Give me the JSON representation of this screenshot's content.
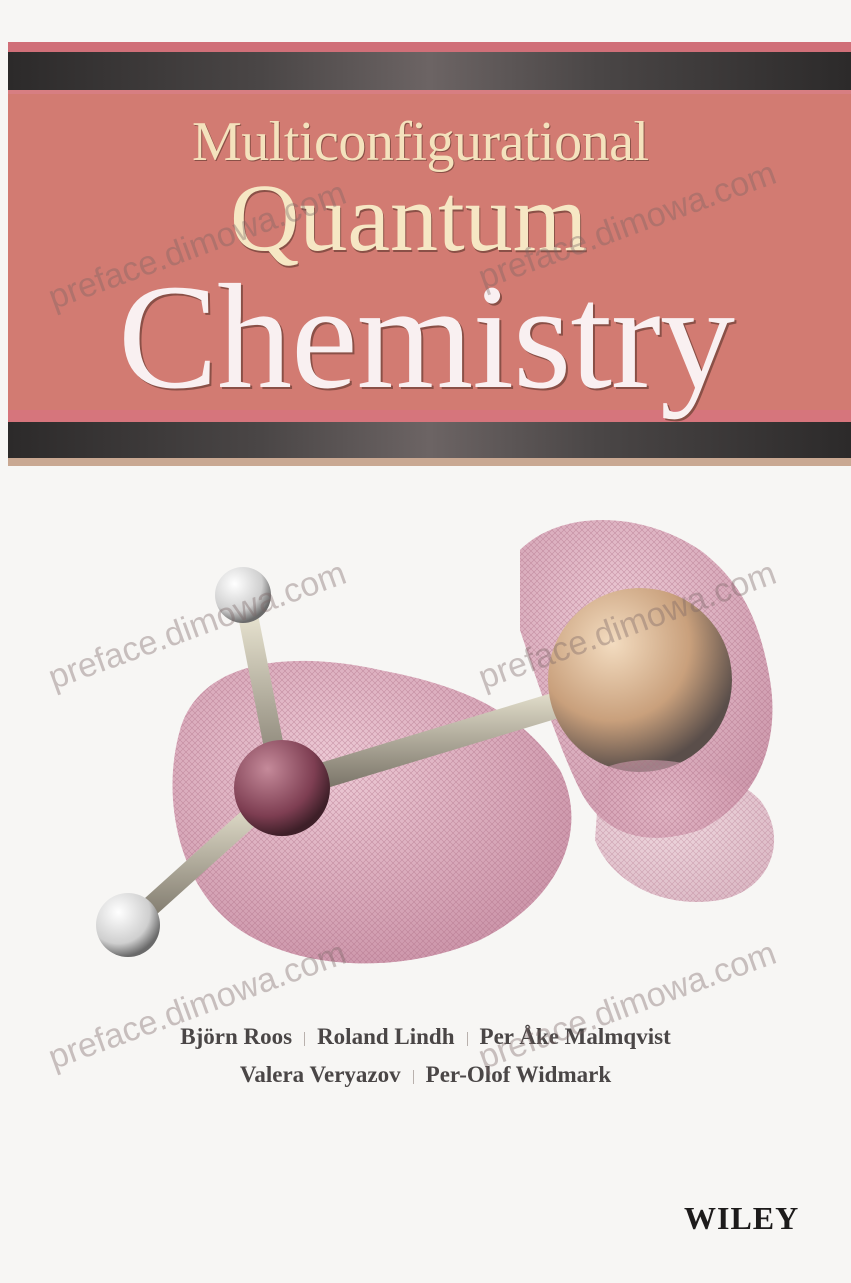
{
  "cover": {
    "title_line1": "Multiconfigurational",
    "title_line2": "Quantum",
    "title_line3": "Chemistry",
    "authors_row1": [
      "Björn Roos",
      "Roland Lindh",
      "Per Åke Malmqvist"
    ],
    "authors_row2": [
      "Valera Veryazov",
      "Per-Olof Widmark"
    ],
    "publisher": "WILEY"
  },
  "watermark": "preface.dimowa.com",
  "colors": {
    "title_band": "#d27b72",
    "dark_band": "#3a3636",
    "orbital": "#d9a5b8",
    "background": "#f7f6f4"
  }
}
